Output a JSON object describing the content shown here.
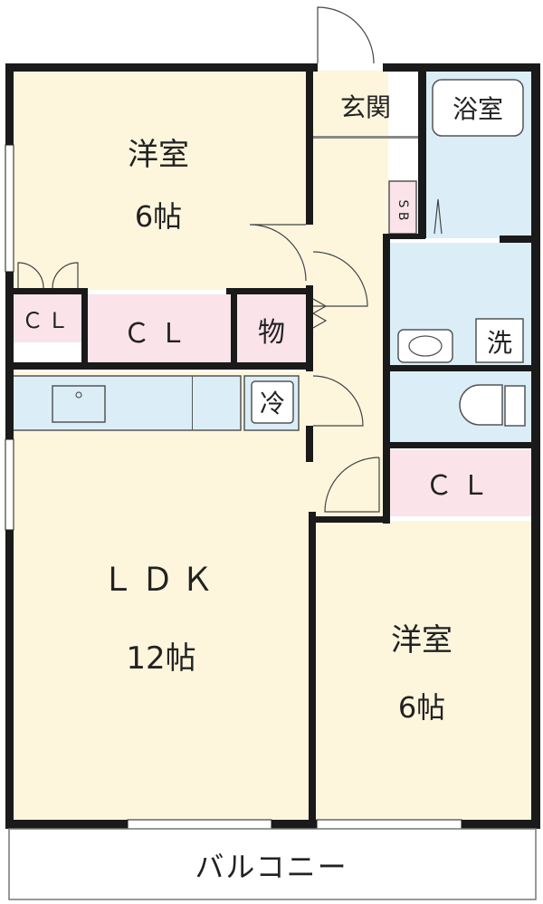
{
  "colors": {
    "wall": "#1a1a1a",
    "room_floor": "#fdf6dd",
    "closet": "#fbe3ea",
    "wet_area": "#dbeef8",
    "balcony": "#ffffff"
  },
  "rooms": {
    "western_room_north": {
      "name": "洋室",
      "size": "6帖"
    },
    "western_room_south": {
      "name": "洋室",
      "size": "6帖"
    },
    "ldk": {
      "name": "ＬＤＫ",
      "size": "12帖"
    },
    "entrance": {
      "name": "玄関"
    },
    "bathroom": {
      "name": "浴室"
    },
    "shoe_box": {
      "name": "S B"
    },
    "storage": {
      "name": "物"
    },
    "washer": {
      "name": "洗"
    },
    "fridge": {
      "name": "冷"
    },
    "closet_small": {
      "name": "ＣＬ"
    },
    "closet_north": {
      "name": "ＣＬ"
    },
    "closet_south": {
      "name": "ＣＬ"
    },
    "balcony": {
      "name": "バルコニー"
    }
  }
}
